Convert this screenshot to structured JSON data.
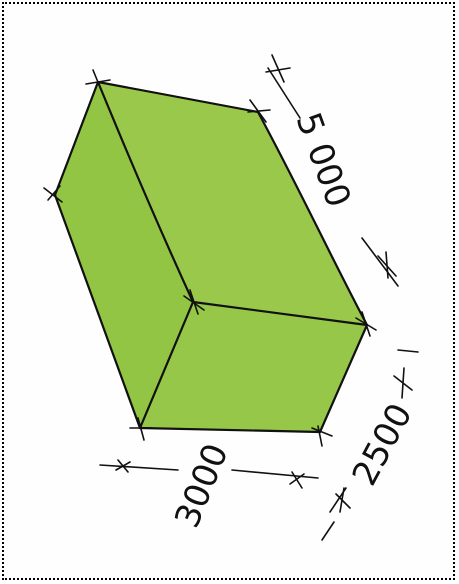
{
  "colors": {
    "face": "#9ac84a",
    "face_shade": "#8fbf40",
    "ink": "#111111"
  },
  "dimensions": {
    "length": "5 000",
    "width": "3000",
    "height": "2500"
  }
}
